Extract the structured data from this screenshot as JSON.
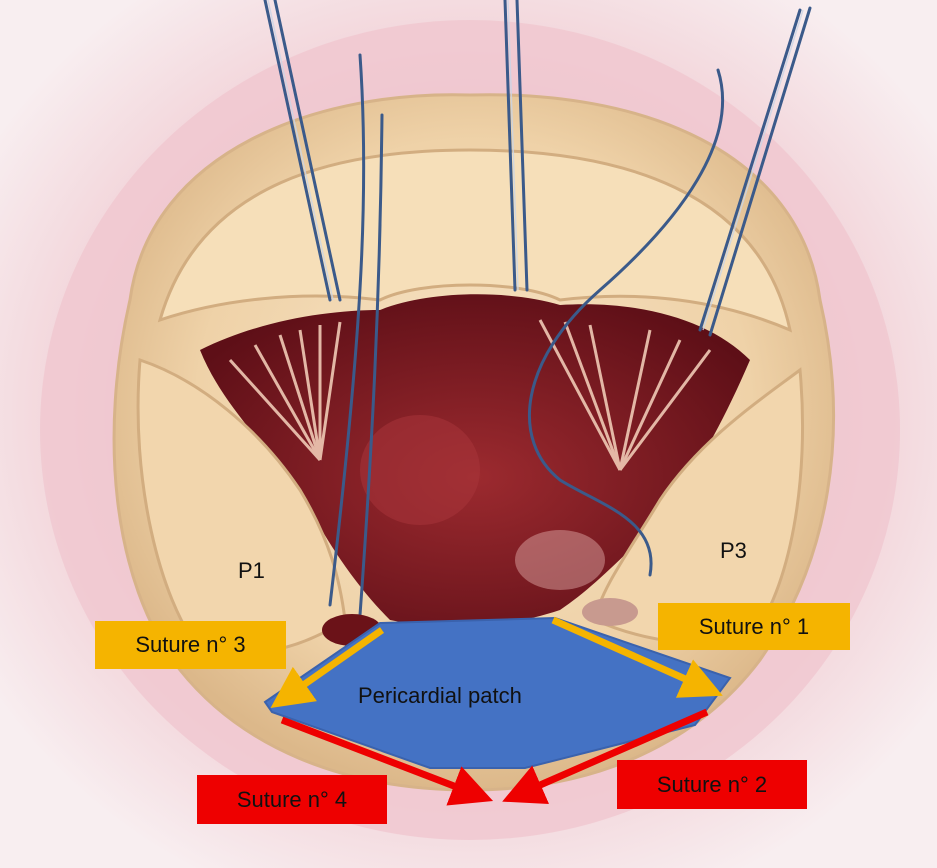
{
  "labels": {
    "p1": "P1",
    "p3": "P3",
    "patch": "Pericardial patch"
  },
  "sutures": {
    "s1": "Suture n° 1",
    "s2": "Suture n° 2",
    "s3": "Suture n° 3",
    "s4": "Suture n° 4"
  },
  "colors": {
    "patch": "#4472c4",
    "yellow_arrow": "#f5b400",
    "red_arrow": "#ee0000",
    "suture_thread": "#3b5a8a",
    "tissue": "#f1d6b0",
    "chamber": "#7a1820",
    "background": "#f6e9ec"
  }
}
